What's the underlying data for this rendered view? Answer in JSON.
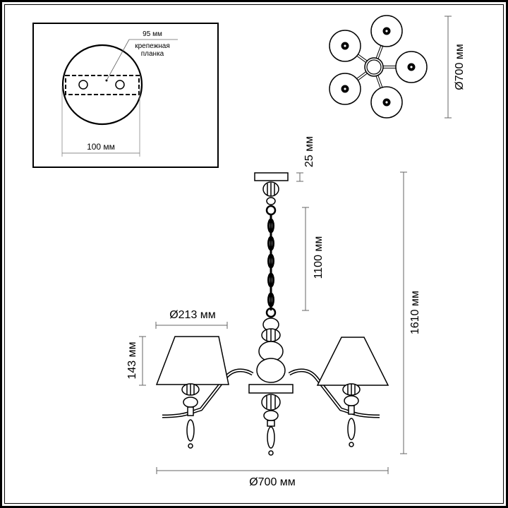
{
  "mount_detail": {
    "bracket_length": "95 мм",
    "bracket_label_line1": "крепежная",
    "bracket_label_line2": "планка",
    "plate_diameter": "100 мм"
  },
  "top_view": {
    "diameter": "Ø700 мм",
    "shade_count": 5
  },
  "side_view": {
    "canopy_height": "25 мм",
    "chain_length": "1100 мм",
    "total_height": "1610 мм",
    "shade_diameter": "Ø213 мм",
    "shade_height": "143 мм",
    "overall_diameter": "Ø700 мм"
  },
  "colors": {
    "line": "#000000",
    "dimension_line": "#666666",
    "background": "#ffffff"
  }
}
